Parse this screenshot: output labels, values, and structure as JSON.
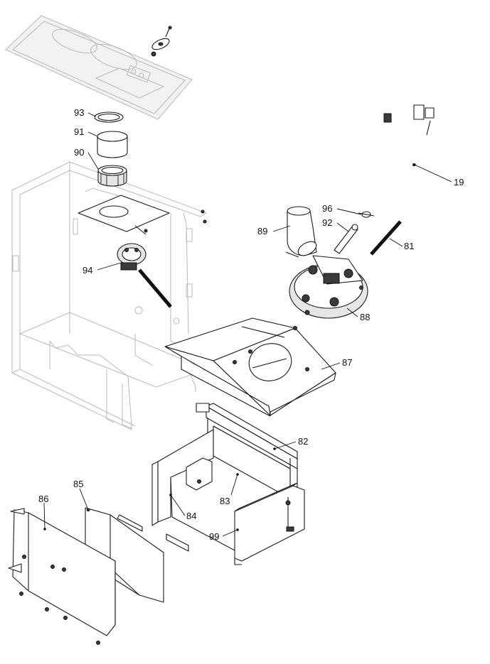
{
  "callouts": {
    "c93": "93",
    "c91": "91",
    "c90": "90",
    "c94": "94",
    "c96": "96",
    "c92": "92",
    "c89": "89",
    "c81": "81",
    "c88": "88",
    "c87": "87",
    "c19": "19",
    "c82": "82",
    "c83": "83",
    "c84": "84",
    "c85": "85",
    "c86": "86",
    "c99": "99"
  },
  "colors": {
    "line": "#1a1a1a",
    "ghost_line": "#b9b9b9",
    "background": "#ffffff"
  }
}
